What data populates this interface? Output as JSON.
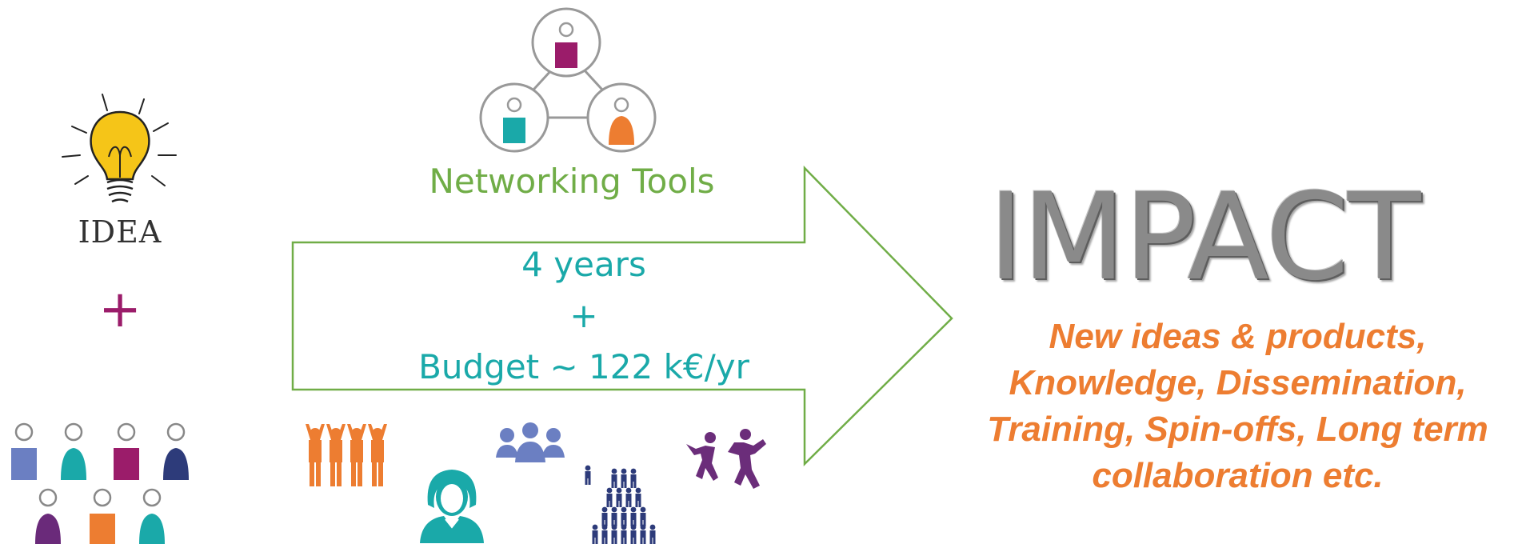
{
  "idea": {
    "label": "IDEA",
    "bulb_color": "#f5c518"
  },
  "plus": {
    "symbol": "+",
    "color": "#9b1c6a"
  },
  "networking": {
    "label": "Networking Tools",
    "color": "#70ad47"
  },
  "arrow": {
    "line1": "4 years",
    "line2": "+",
    "line3": "Budget ~ 122 k€/yr",
    "text_color": "#1aa9a9",
    "outline_color": "#70ad47"
  },
  "impact": {
    "title": "IMPACT",
    "lines": [
      "New ideas & products,",
      "Knowledge, Dissemination,",
      "Training, Spin-offs, Long term",
      "collaboration etc."
    ],
    "color": "#ed7d31"
  },
  "colors": {
    "magenta": "#9b1c6a",
    "teal": "#1aa9a9",
    "orange": "#ed7d31",
    "navy": "#2d3b7a",
    "slate": "#6b7fc2",
    "purple": "#6a2a7a",
    "plum": "#6b2d7a"
  }
}
